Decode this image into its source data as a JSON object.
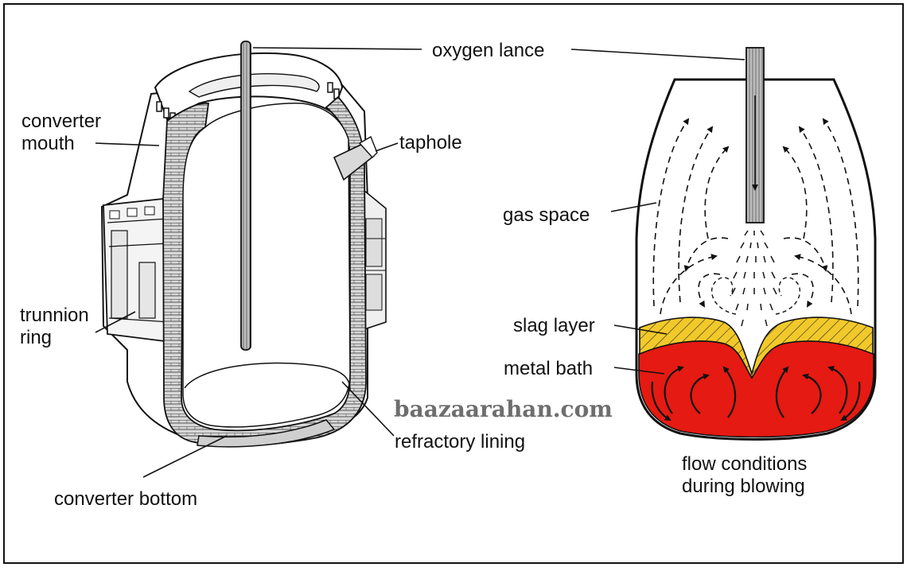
{
  "labels": {
    "oxygen_lance": "oxygen lance",
    "converter_mouth_1": "converter",
    "converter_mouth_2": "mouth",
    "taphole": "taphole",
    "trunnion_ring_1": "trunnion",
    "trunnion_ring_2": "ring",
    "refractory_lining": "refractory lining",
    "converter_bottom": "converter bottom",
    "gas_space": "gas space",
    "slag_layer": "slag layer",
    "metal_bath": "metal bath",
    "caption_1": "flow conditions",
    "caption_2": "during blowing"
  },
  "watermark": "baazaarahan.com",
  "colors": {
    "slag": "#f2c92b",
    "metal": "#e51a12",
    "outline": "#111111",
    "watermark": "#6e6e6e"
  }
}
